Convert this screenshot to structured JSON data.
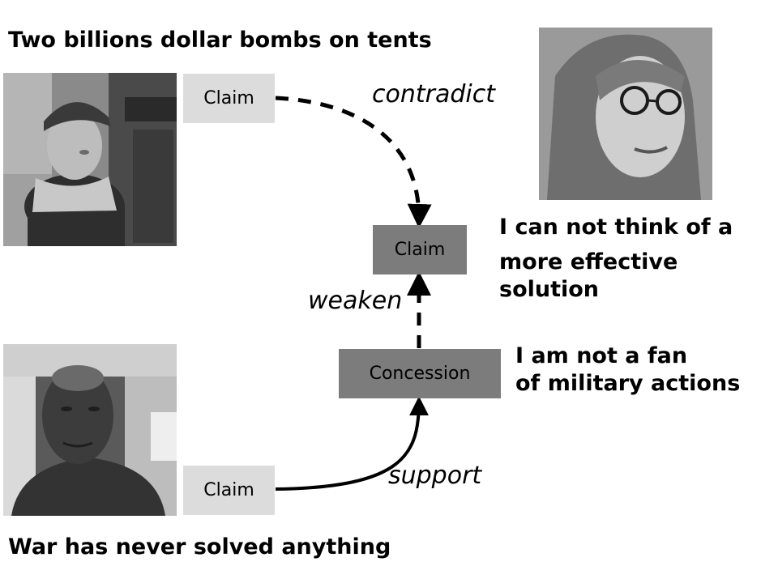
{
  "quotes": {
    "top": "Two billions dollar bombs on tents",
    "bottom": "War has never solved anything",
    "middle_line1": "I can not think of a",
    "middle_line2": "more effective",
    "middle_line3": "solution",
    "concession_line1": "I am not a fan",
    "concession_line2": "of military actions"
  },
  "nodes": {
    "claim_top": "Claim",
    "claim_middle": "Claim",
    "concession": "Concession",
    "claim_bottom": "Claim"
  },
  "relations": {
    "contradict": "contradict",
    "weaken": "weaken",
    "support": "support"
  },
  "colors": {
    "light_box": "#dcdcdc",
    "dark_box": "#7c7c7c"
  }
}
